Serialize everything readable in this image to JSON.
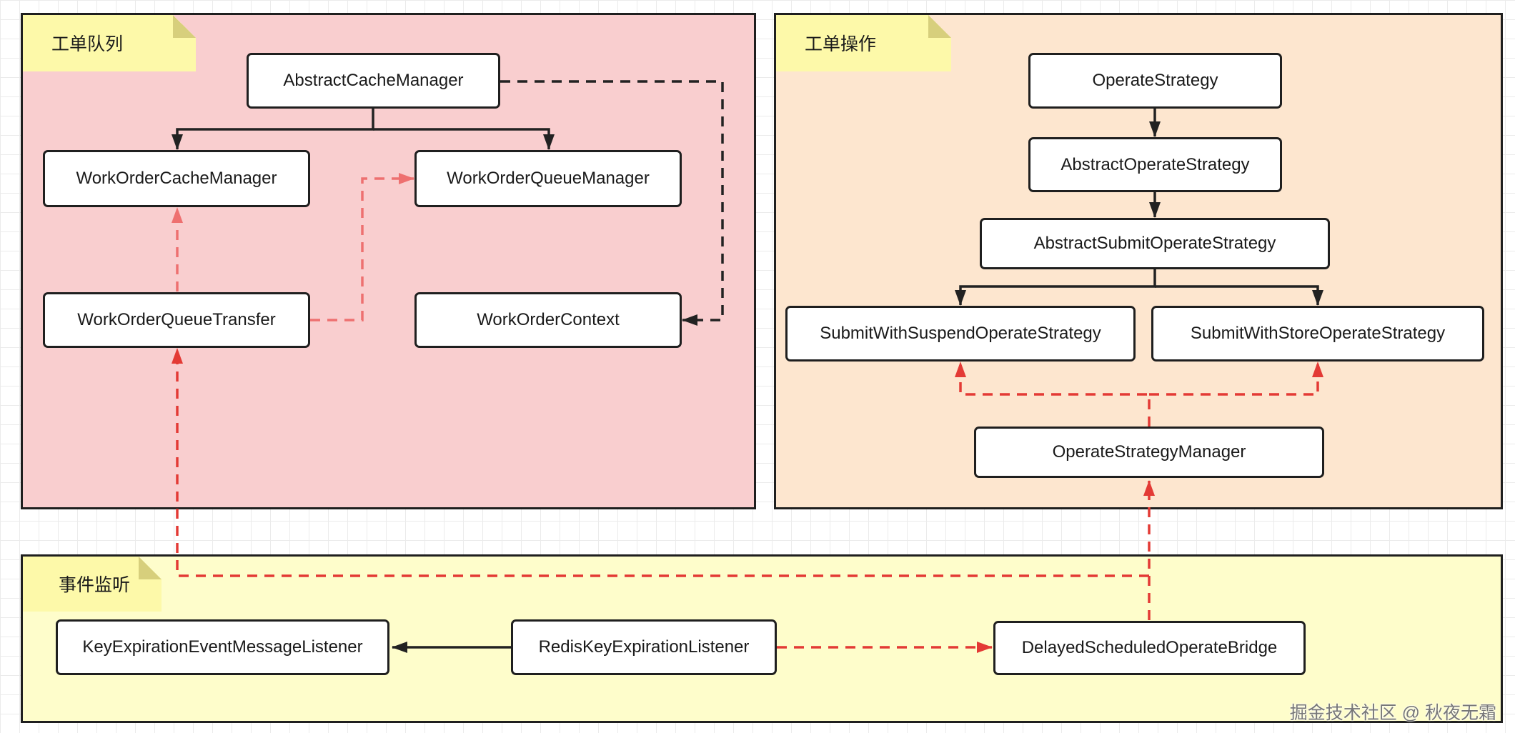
{
  "groups": {
    "queue": {
      "title": "工单队列"
    },
    "operation": {
      "title": "工单操作"
    },
    "event": {
      "title": "事件监听"
    }
  },
  "nodes": {
    "abstract_cache_manager": "AbstractCacheManager",
    "work_order_cache_manager": "WorkOrderCacheManager",
    "work_order_queue_manager": "WorkOrderQueueManager",
    "work_order_queue_transfer": "WorkOrderQueueTransfer",
    "work_order_context": "WorkOrderContext",
    "operate_strategy": "OperateStrategy",
    "abstract_operate_strategy": "AbstractOperateStrategy",
    "abstract_submit_operate_strategy": "AbstractSubmitOperateStrategy",
    "submit_with_suspend_operate_strategy": "SubmitWithSuspendOperateStrategy",
    "submit_with_store_operate_strategy": "SubmitWithStoreOperateStrategy",
    "operate_strategy_manager": "OperateStrategyManager",
    "key_expiration_event_message_listener": "KeyExpirationEventMessageListener",
    "redis_key_expiration_listener": "RedisKeyExpirationListener",
    "delayed_scheduled_operate_bridge": "DelayedScheduledOperateBridge"
  },
  "watermark": "掘金技术社区 @ 秋夜无霜",
  "colors": {
    "queue_group_fill": "#f9cecf",
    "operation_group_fill": "#fde6cf",
    "event_group_fill": "#fefdcb",
    "note_fill": "#fdf9a9",
    "solid_arrow": "#222222",
    "red_dashed_arrow": "#e33a35",
    "pink_dashed_arrow": "#ee7070"
  }
}
